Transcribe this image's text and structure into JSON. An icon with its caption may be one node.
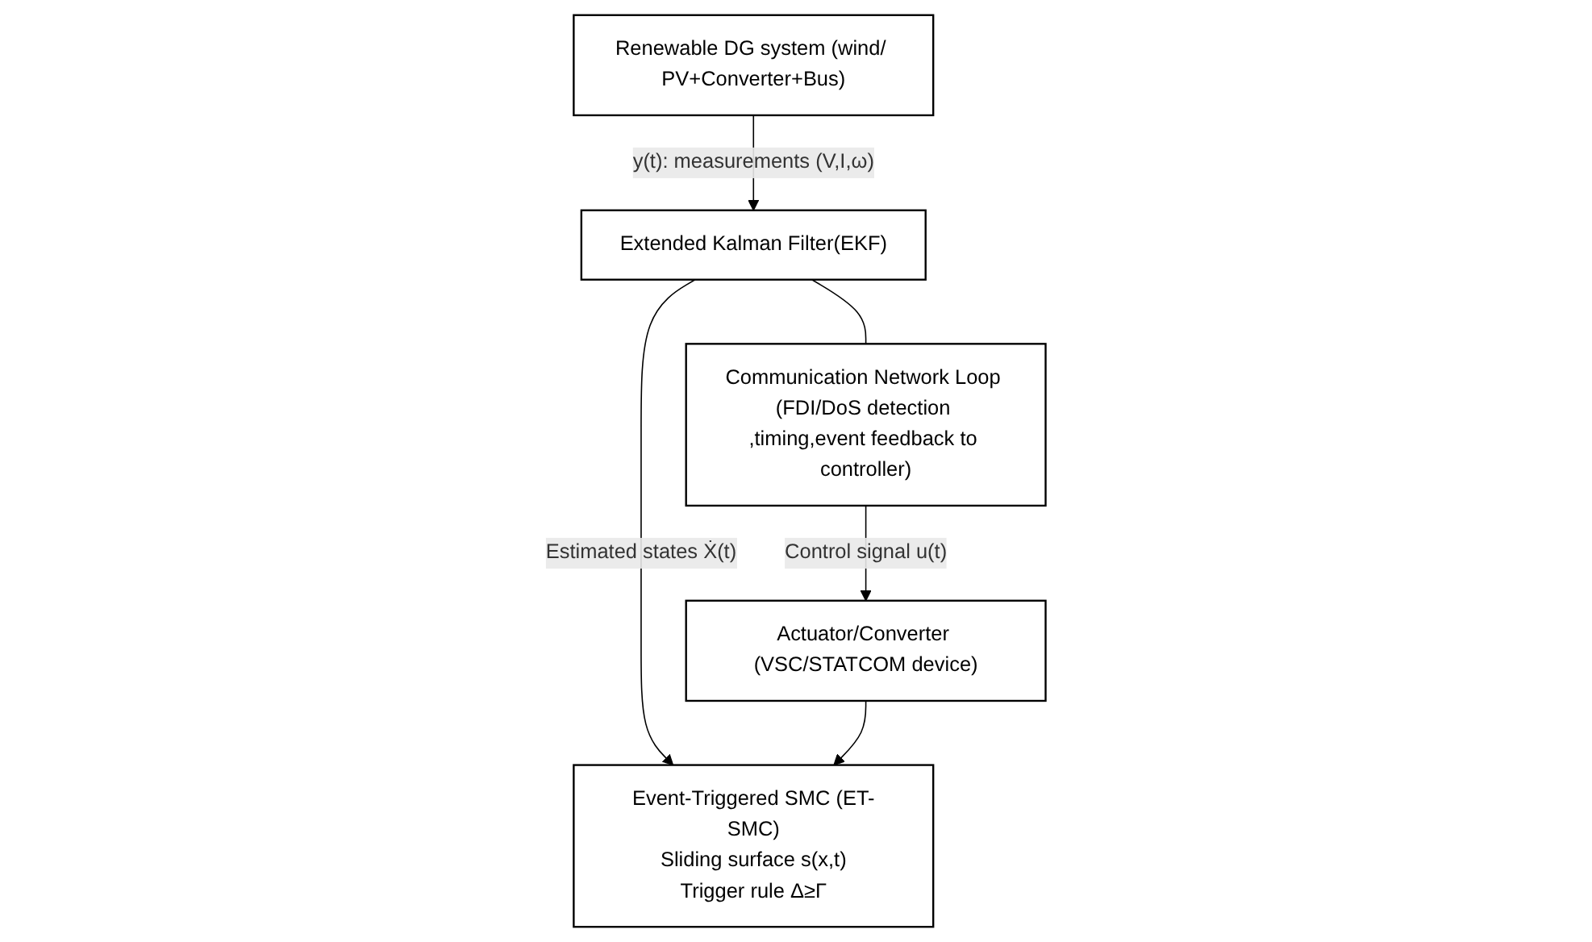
{
  "diagram": {
    "nodes": [
      {
        "text": [
          "Renewable DG system (wind/ PV+Converter+Bus)"
        ]
      },
      {
        "text": [
          "Extended Kalman Filter(EKF)"
        ]
      },
      {
        "text": [
          "Communication Network Loop (FDI/DoS detection ,timing,event feedback to controller)"
        ]
      },
      {
        "text": [
          "Event-Triggered SMC (ET-SMC)",
          "Sliding surface s(x,t)",
          "Trigger rule Δ≥Γ"
        ]
      },
      {
        "text": [
          "Actuator/Converter (VSC/STATCOM device)"
        ]
      }
    ],
    "edges": [
      {
        "from": 0,
        "to": 1,
        "arrow": "to",
        "label": "y(t): measurements (V,I,ω)"
      },
      {
        "from": 1,
        "to": 2,
        "arrow": "none"
      },
      {
        "from": 1,
        "to": 3,
        "arrow": "to",
        "label": "Estimated states Ẋ(t)"
      },
      {
        "from": 2,
        "to": 4,
        "arrow": "to",
        "label": "Control signal u(t)"
      },
      {
        "from": 4,
        "to": 3,
        "arrow": "to"
      }
    ]
  }
}
